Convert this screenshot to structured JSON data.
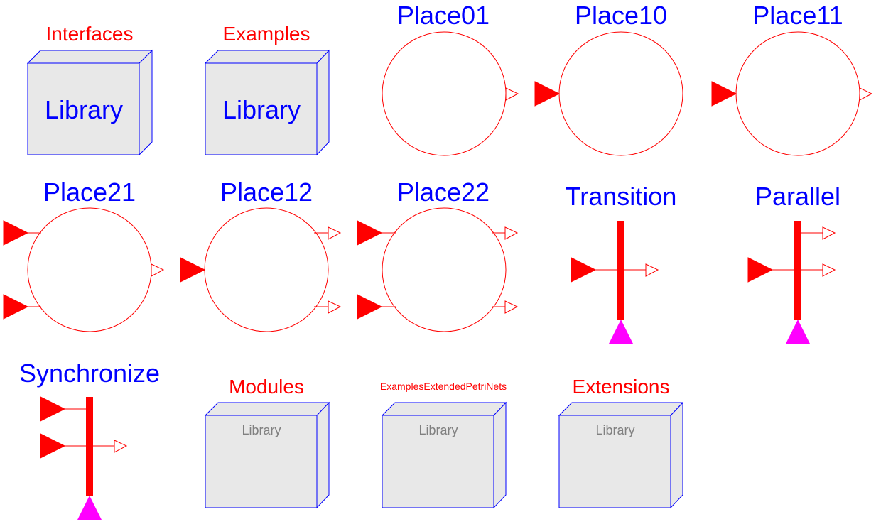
{
  "colors": {
    "library_title": "#ff0000",
    "component_title": "#0000ff",
    "library_box_fill": "#e8e8e8",
    "library_box_border": "#0000ff",
    "petri_red": "#ff0000",
    "pin_magenta": "#ff00ff",
    "small_library_text": "#808080"
  },
  "libraries_large": [
    {
      "title": "Interfaces",
      "text": "Library"
    },
    {
      "title": "Examples",
      "text": "Library"
    }
  ],
  "places": [
    {
      "title": "Place01",
      "icon": "place-circle-icon"
    },
    {
      "title": "Place10",
      "icon": "place-circle-icon"
    },
    {
      "title": "Place11",
      "icon": "place-circle-icon"
    },
    {
      "title": "Place21",
      "icon": "place-circle-icon"
    },
    {
      "title": "Place12",
      "icon": "place-circle-icon"
    },
    {
      "title": "Place22",
      "icon": "place-circle-icon"
    }
  ],
  "transitions": [
    {
      "title": "Transition",
      "icon": "transition-bar-icon"
    },
    {
      "title": "Parallel",
      "icon": "parallel-bar-icon"
    },
    {
      "title": "Synchronize",
      "icon": "synchronize-bar-icon"
    }
  ],
  "libraries_small": [
    {
      "title": "Modules",
      "text": "Library"
    },
    {
      "title": "ExamplesExtendedPetriNets",
      "text": "Library"
    },
    {
      "title": "Extensions",
      "text": "Library"
    }
  ]
}
